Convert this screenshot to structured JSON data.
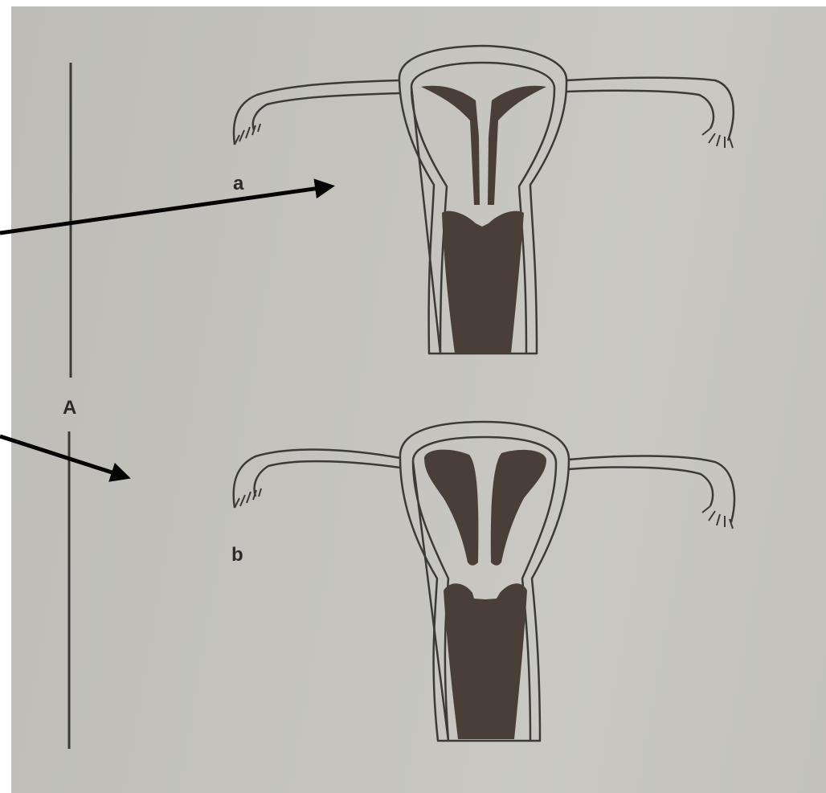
{
  "figure": {
    "labels": {
      "part_a": "a",
      "part_b": "b",
      "group_A": "A"
    }
  },
  "colors": {
    "page": "#c6c5bf",
    "ink": "#3b3a36",
    "fill": "#4a3f38",
    "arrow": "#050505"
  }
}
